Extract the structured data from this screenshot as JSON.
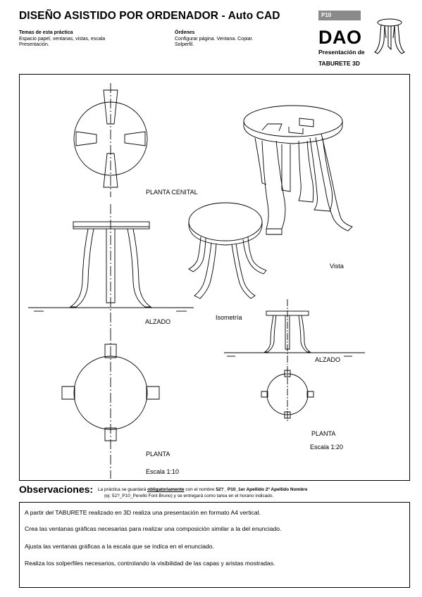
{
  "header": {
    "title": "DISEÑO ASISTIDO POR ORDENADOR - Auto CAD",
    "topics_heading": "Temas de esta práctica",
    "topics_lines": [
      "Espacio papel, ventanas, vistas, escala",
      "Presentación."
    ],
    "orders_heading": "Órdenes",
    "orders_lines": [
      "Configurar página. Ventana. Copiar.",
      "Solperfil."
    ],
    "code": "P10",
    "subject": "DAO",
    "presentation": "Presentación de",
    "piece": "TABURETE 3D"
  },
  "drawing": {
    "labels": {
      "planta_cenital": "PLANTA CENITAL",
      "alzado_left": "ALZADO",
      "isometria": "Isometría",
      "vista": "Vista",
      "alzado_right": "ALZADO",
      "planta_left": "PLANTA",
      "escala_left": "Escala 1:10",
      "planta_right": "PLANTA",
      "escala_right": "Escala 1:20"
    }
  },
  "observations": {
    "heading": "Observaciones:",
    "line1_a": "La práctica se guardará",
    "line1_b": "obligatoriamente",
    "line1_c": "con el nombre",
    "line1_d": "52?_ P10_1er Apellido 2º Apellido Nombre",
    "line2": "(ej: 52?_P10_Perelló Font Bruno) y se entregará como tarea en el horario indicado."
  },
  "statement": [
    "A partir del TABURETE realizado en 3D realiza una presentación en formato A4 vertical.",
    "Crea las ventanas gráficas necesarias para realizar una composición similar a la del enunciado.",
    "Ajusta las ventanas gráficas a la escala que se indica en el enunciado.",
    "Realiza los solperfiles necesarios, controlando la visibilidad de las capas y aristas mostradas."
  ]
}
